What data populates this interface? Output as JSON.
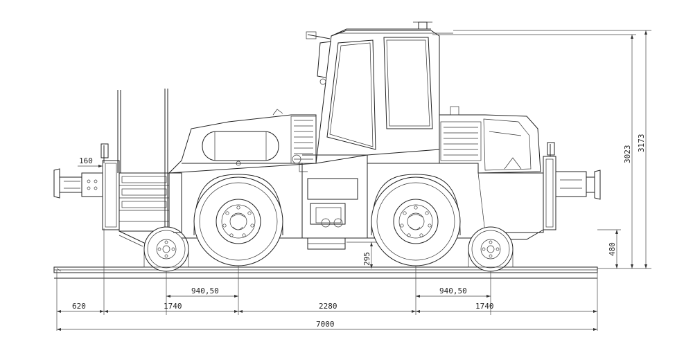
{
  "dimensions": {
    "total_length": "7000",
    "overhang_front": "620",
    "overhang_rear": "1740",
    "wheelbase_left": "1740",
    "wheelbase_center": "2280",
    "rail_offset_left": "940,50",
    "rail_offset_right": "940,50",
    "height_overall": "3173",
    "height_cab": "3023",
    "height_buffer": "480",
    "ground_clearance": "295",
    "buffer_width": "160"
  }
}
